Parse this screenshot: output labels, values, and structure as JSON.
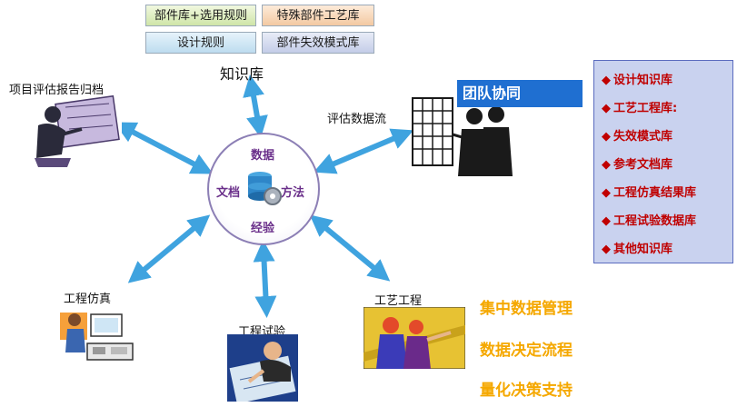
{
  "libraries": [
    "部件库+选用规则",
    "特殊部件工艺库",
    "设计规则",
    "部件失效模式库"
  ],
  "nodes": {
    "knowledge_base": "知识库",
    "report_archive": "项目评估报告归档",
    "eval_flow": "评估数据流",
    "simulation": "工程仿真",
    "test": "工程试验",
    "process": "工艺工程"
  },
  "hub": {
    "top": "数据",
    "left": "文档",
    "right": "方法",
    "bottom": "经验"
  },
  "team": {
    "title": "团队协同"
  },
  "knowledge_list": [
    "设计知识库",
    "工艺工程库:",
    "失效模式库",
    "参考文档库",
    "工程仿真结果库",
    "工程试验数据库",
    "其他知识库"
  ],
  "slogans": [
    "集中数据管理",
    "数据决定流程",
    "量化决策支持"
  ],
  "colors": {
    "arrow": "#3fa3df",
    "hub_text": "#6a2f8a",
    "team_bar": "#1f6fd1",
    "list_text": "#c00000",
    "slogan": "#f5a800"
  }
}
